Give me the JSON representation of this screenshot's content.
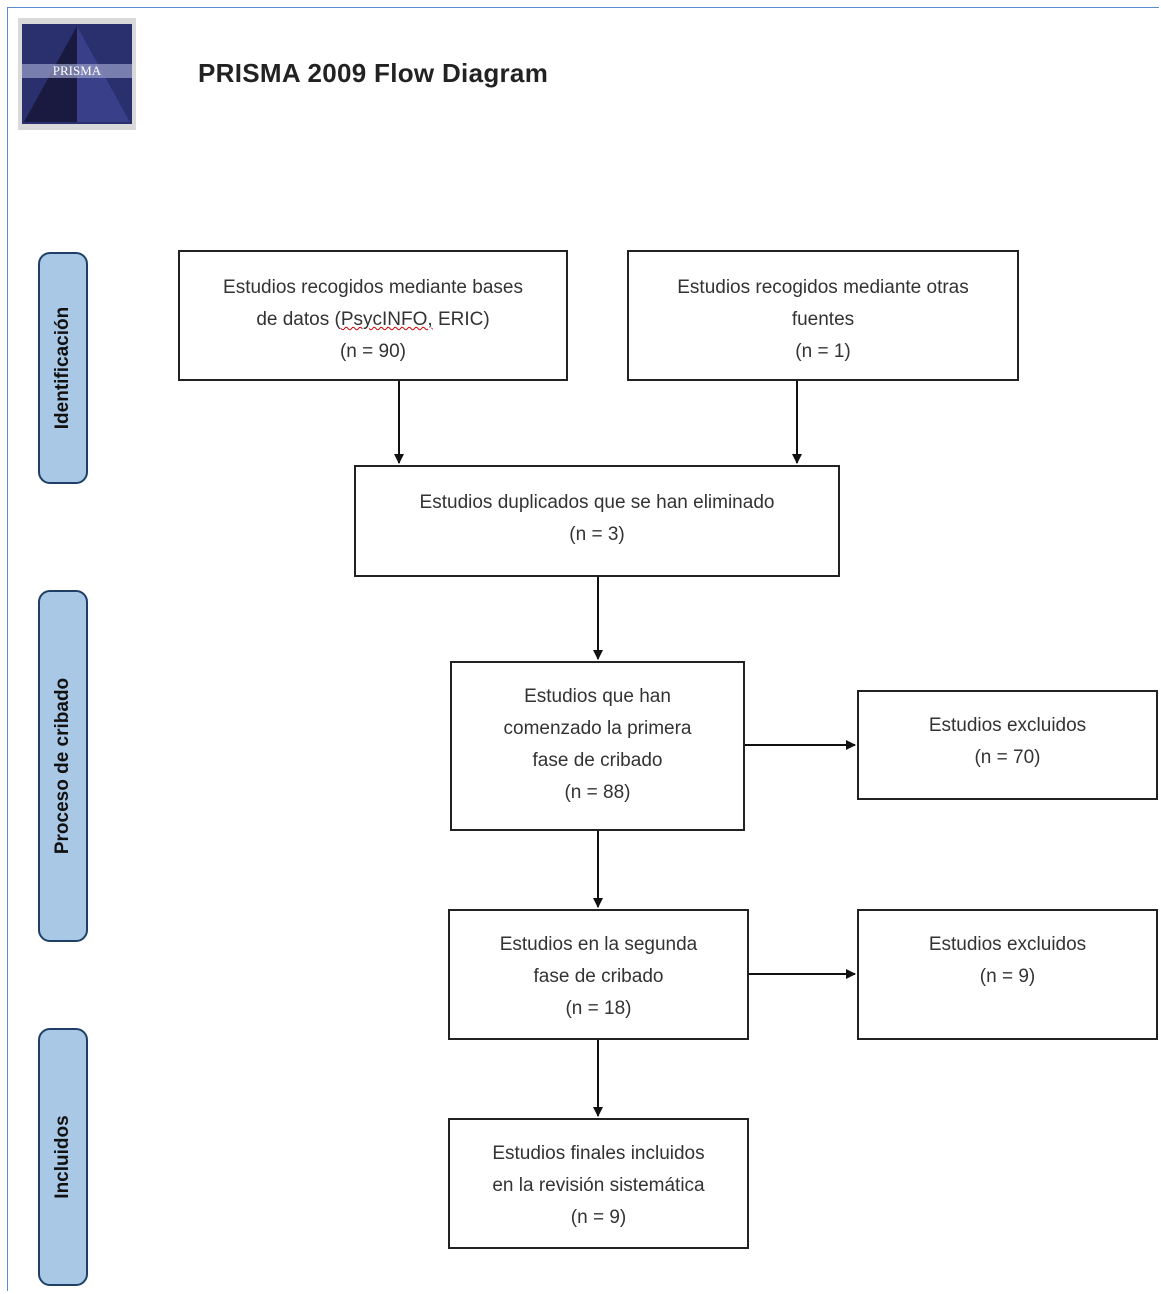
{
  "header": {
    "logo_text": "PRISMA",
    "title": "PRISMA 2009 Flow  Diagram"
  },
  "phases": {
    "identification": "Identificación",
    "screening": "Proceso de cribado",
    "included": "Incluidos"
  },
  "boxes": {
    "databases": {
      "line1": "Estudios recogidos mediante bases",
      "line2_pre": "de datos (",
      "line2_link": "PsycINFO,",
      "line2_post": " ERIC)",
      "n": "(n = 90)"
    },
    "other_sources": {
      "line1": "Estudios recogidos mediante otras",
      "line2": "fuentes",
      "n": "(n =  1)"
    },
    "duplicates": {
      "line1": "Estudios duplicados que se han eliminado",
      "n": "(n = 3)"
    },
    "first_screening": {
      "line1": "Estudios que han",
      "line2": "comenzado la primera",
      "line3": "fase de cribado",
      "n": "(n = 88)"
    },
    "excluded_1": {
      "line1": "Estudios excluidos",
      "n": "(n = 70)"
    },
    "second_screening": {
      "line1": "Estudios en la segunda",
      "line2": "fase de cribado",
      "n": "(n = 18)"
    },
    "excluded_2": {
      "line1": "Estudios excluidos",
      "n": "(n = 9)"
    },
    "included_final": {
      "line1": "Estudios finales incluidos",
      "line2": "en la revisión sistemática",
      "n": "(n = 9)"
    }
  }
}
